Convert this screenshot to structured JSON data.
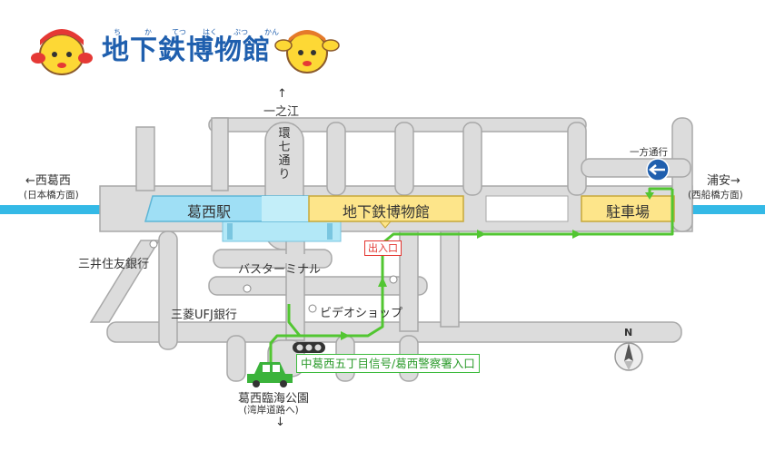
{
  "title": {
    "main": "地下鉄博物館",
    "ruby": [
      "ち",
      "か",
      "てつ",
      "はく",
      "ぶつ",
      "かん"
    ]
  },
  "directions": {
    "north_road": "一之江",
    "north_arrow": "↑",
    "ring_road": "環七通り",
    "west_main": "←西葛西",
    "west_sub": "(日本橋方面)",
    "east_main": "浦安→",
    "east_sub": "(西船橋方面)",
    "south_main": "葛西臨海公園",
    "south_sub": "(湾岸道路へ)",
    "south_arrow": "↓",
    "one_way": "一方通行"
  },
  "places": {
    "station": "葛西駅",
    "museum": "地下鉄博物館",
    "parking": "駐車場",
    "exit": "出入口",
    "mitsui_bank": "三井住友銀行",
    "bus_terminal": "バスターミナル",
    "mufg_bank": "三菱UFJ銀行",
    "video_shop": "ビデオショップ",
    "signal": "中葛西五丁目信号/葛西警察署入口"
  },
  "compass": {
    "label": "N"
  },
  "icons": [
    "mascot-left-icon",
    "mascot-right-icon",
    "one-way-sign-icon",
    "car-icon",
    "traffic-signal-icon",
    "compass-icon"
  ],
  "colors": {
    "road": "#d9d9d9",
    "road_border": "#a9a9a9",
    "river": "#34b9e6",
    "station": "#b3e8f7",
    "museum": "#fde58a",
    "route": "#52c632",
    "exit": "#e3342f",
    "title": "#1f5fae"
  }
}
